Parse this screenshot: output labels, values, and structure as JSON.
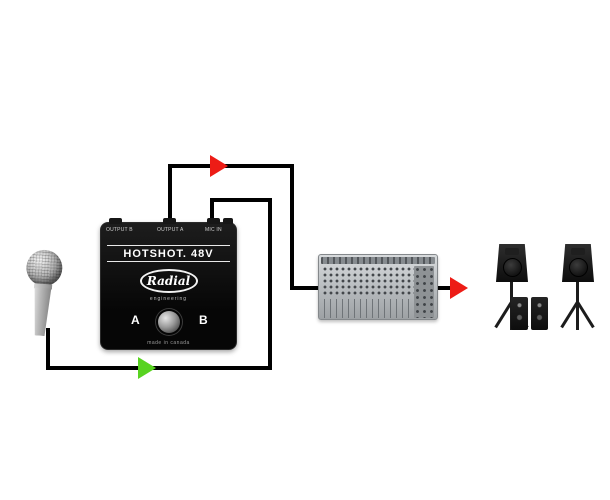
{
  "hotshot": {
    "name": "HOTSHOT. 48V",
    "brand": "Radial",
    "brand_sub": "engineering",
    "output_a_label": "A",
    "output_b_label": "B",
    "made_in": "made in canada",
    "connectors": {
      "left": "OUTPUT B",
      "mid": "OUTPUT A",
      "right": "MIC IN"
    }
  },
  "colors": {
    "wire": "#000000",
    "arrow_red": "#ed1c16",
    "arrow_green": "#58d321"
  },
  "icons": {
    "arrows": [
      "red-right-arrow",
      "green-right-arrow",
      "red-right-arrow"
    ]
  }
}
